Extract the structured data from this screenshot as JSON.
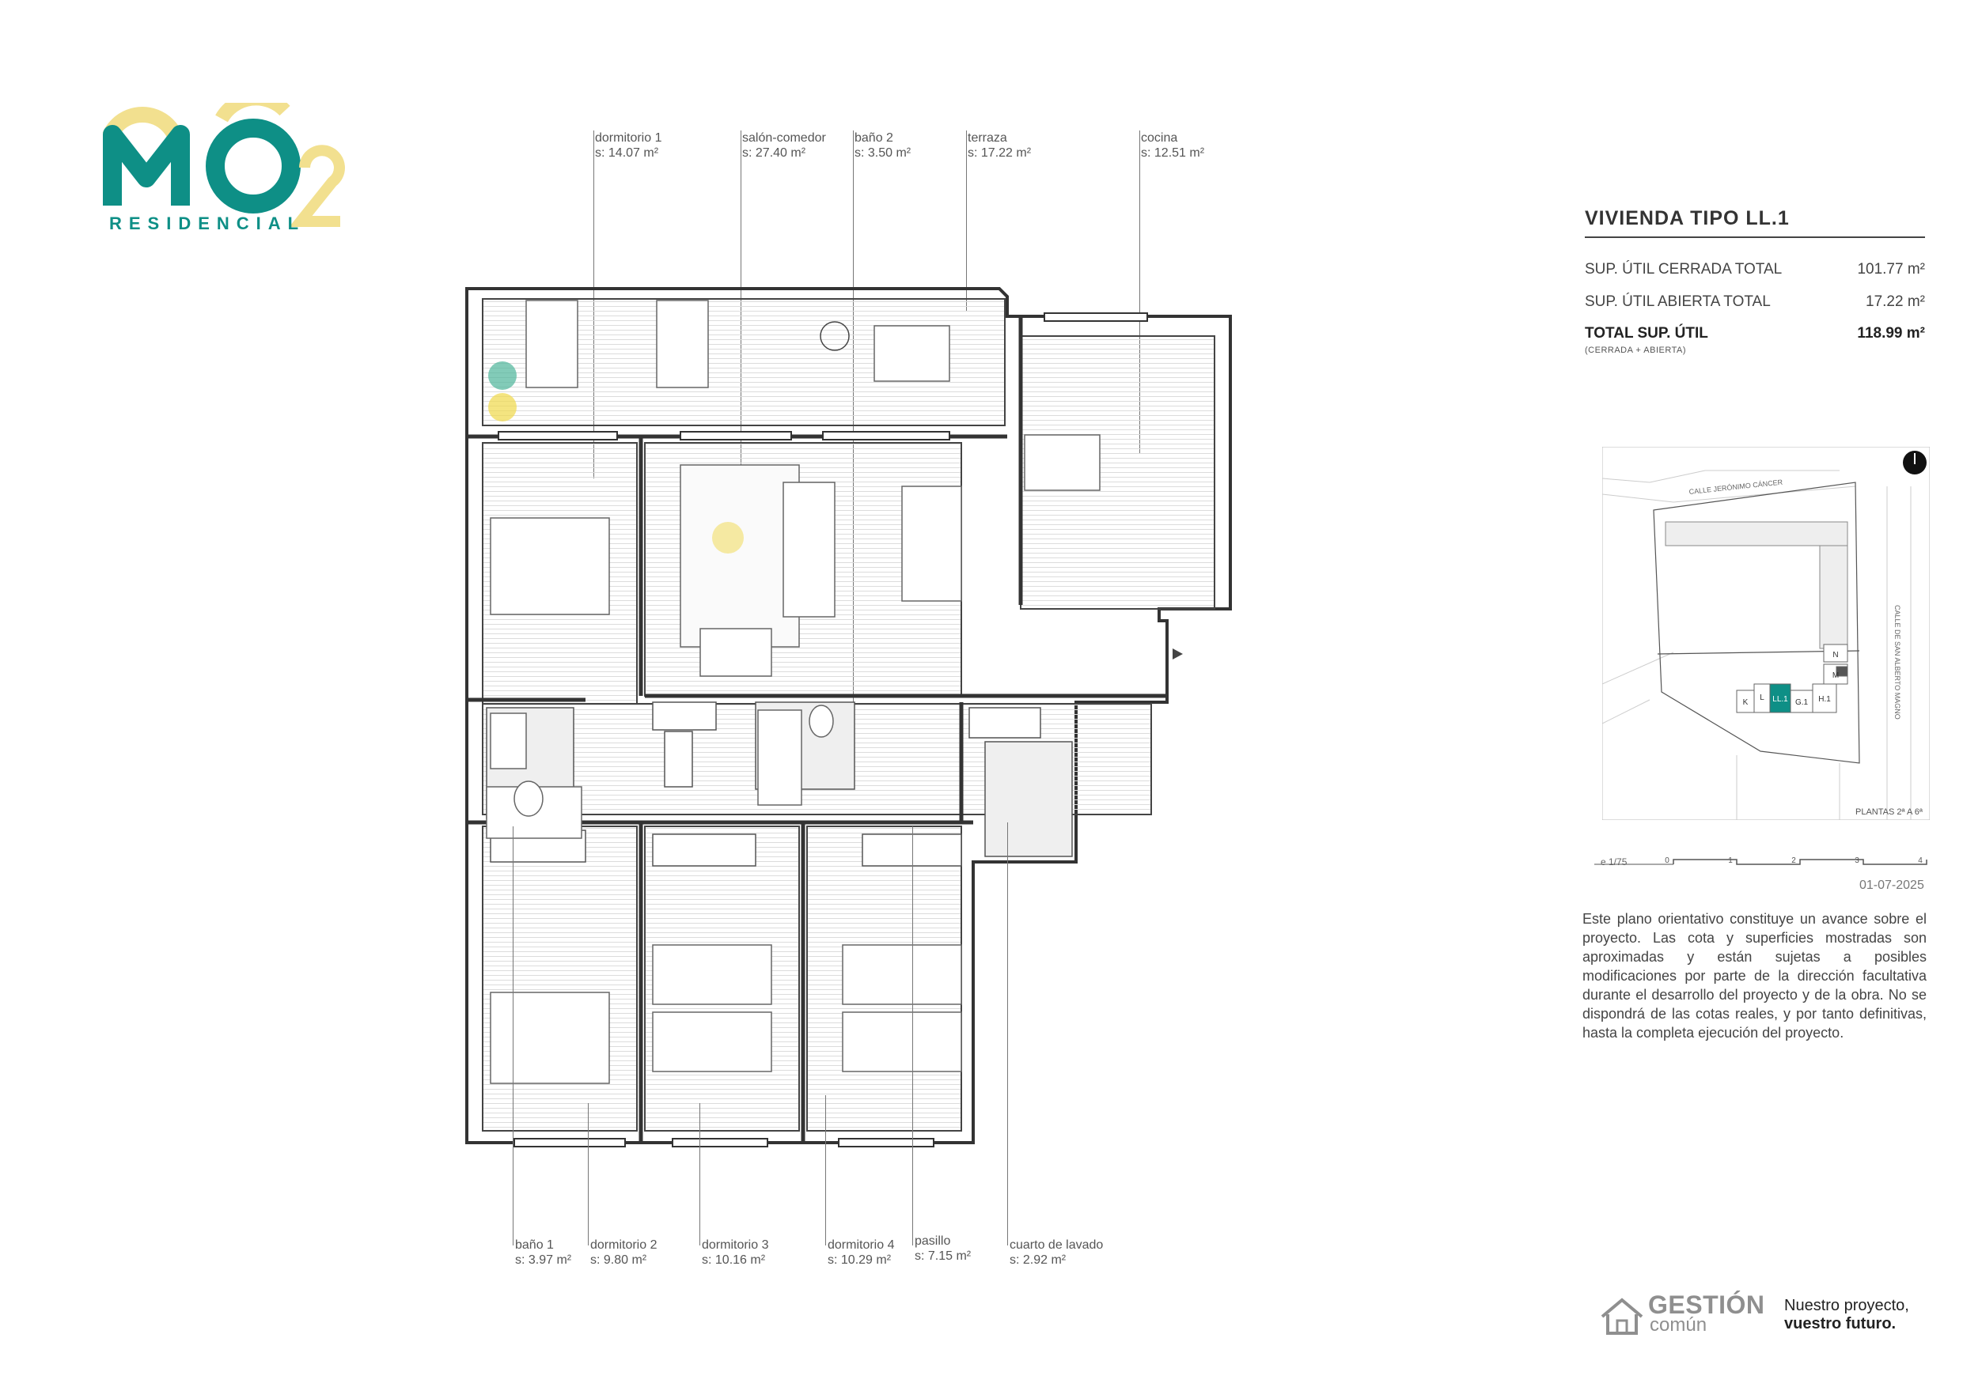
{
  "brand": {
    "logo_text": "MO2",
    "logo_word": "RESIDENCIAL",
    "colors": {
      "teal": "#0e8f86",
      "yellow": "#f2e08f"
    }
  },
  "rooms_top": [
    {
      "name": "dormitorio 1",
      "area": "s: 14.07 m²"
    },
    {
      "name": "salón-comedor",
      "area": "s: 27.40 m²"
    },
    {
      "name": "baño 2",
      "area": "s: 3.50 m²"
    },
    {
      "name": "terraza",
      "area": "s: 17.22 m²"
    },
    {
      "name": "cocina",
      "area": "s: 12.51 m²"
    }
  ],
  "rooms_bottom": [
    {
      "name": "baño 1",
      "area": "s: 3.97 m²"
    },
    {
      "name": "dormitorio 2",
      "area": "s: 9.80 m²"
    },
    {
      "name": "dormitorio 3",
      "area": "s: 10.16 m²"
    },
    {
      "name": "dormitorio 4",
      "area": "s: 10.29 m²"
    },
    {
      "name": "pasillo",
      "area": "s: 7.15 m²"
    },
    {
      "name": "cuarto de lavado",
      "area": "s: 2.92 m²"
    }
  ],
  "unit": {
    "title": "VIVIENDA TIPO LL.1",
    "rows": [
      {
        "label": "SUP.   ÚTIL CERRADA TOTAL",
        "value": "101.77 m²"
      },
      {
        "label": "SUP.   ÚTIL ABIERTA TOTAL",
        "value": "17.22 m²"
      },
      {
        "label": "TOTAL SUP. ÚTIL",
        "value": "118.99 m²"
      }
    ],
    "total_note": "(CERRADA + ABIERTA)"
  },
  "siteplan": {
    "street1": "CALLE JERÓNIMO CÁNCER",
    "street2": "CALLE DE SAN ALBERTO MAGNO",
    "floors": "PLANTAS 2ª A 6ª",
    "blocks": [
      "K",
      "L",
      "LL.1",
      "G.1",
      "H.1",
      "M",
      "N"
    ]
  },
  "scale": {
    "label": "e 1/75",
    "ticks": [
      "0",
      "1",
      "2",
      "3",
      "4"
    ]
  },
  "date": "01-07-2025",
  "disclaimer": "Este plano orientativo constituye un avance sobre el proyecto. Las cota y superficies mostradas son aproximadas y están sujetas a posibles modificaciones por parte de la dirección facultativa durante el desarrollo del proyecto y de la obra. No se dispondrá de las cotas reales, y por tanto definitivas, hasta la completa ejecución del proyecto.",
  "footer": {
    "company1": "GESTIÓN",
    "company2": "común",
    "slogan1": "Nuestro proyecto,",
    "slogan2": "vuestro futuro."
  }
}
